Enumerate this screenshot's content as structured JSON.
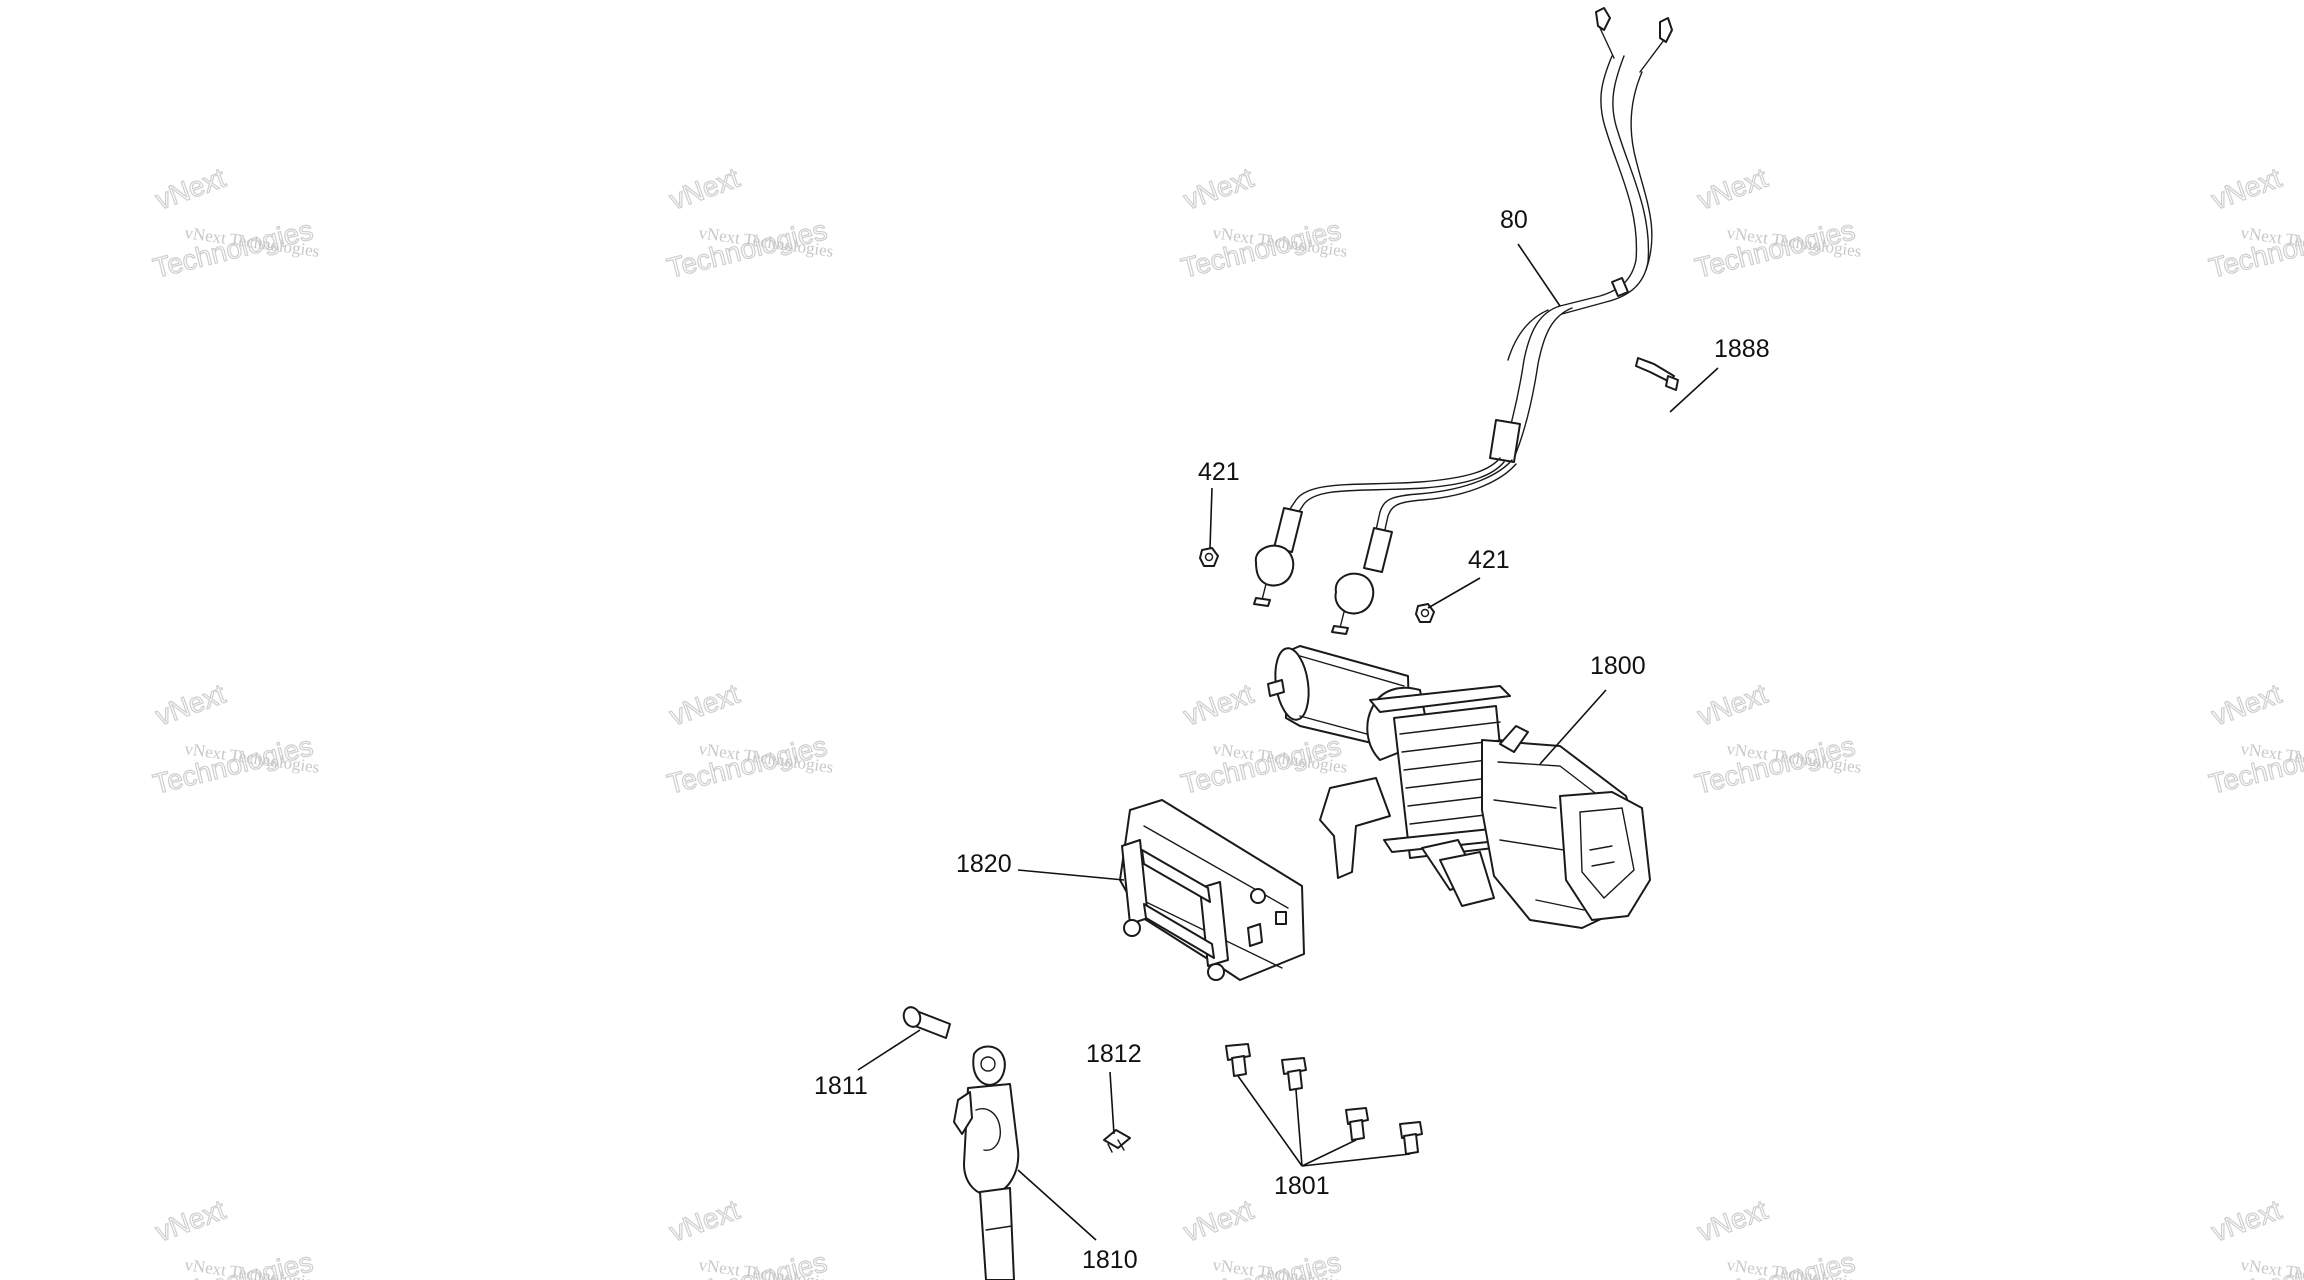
{
  "watermark": {
    "line1": "vNext Technologies",
    "line2": "vNext",
    "line3": "Technologies"
  },
  "callouts": {
    "cable": "80",
    "clip": "1888",
    "nut_left": "421",
    "nut_right": "421",
    "winch": "1800",
    "fairlead": "1820",
    "pin": "1811",
    "cotter": "1812",
    "bolts": "1801",
    "hook": "1810"
  },
  "colors": {
    "line": "#1a1a1a",
    "watermark": "#c8c8c8",
    "background": "#ffffff"
  }
}
